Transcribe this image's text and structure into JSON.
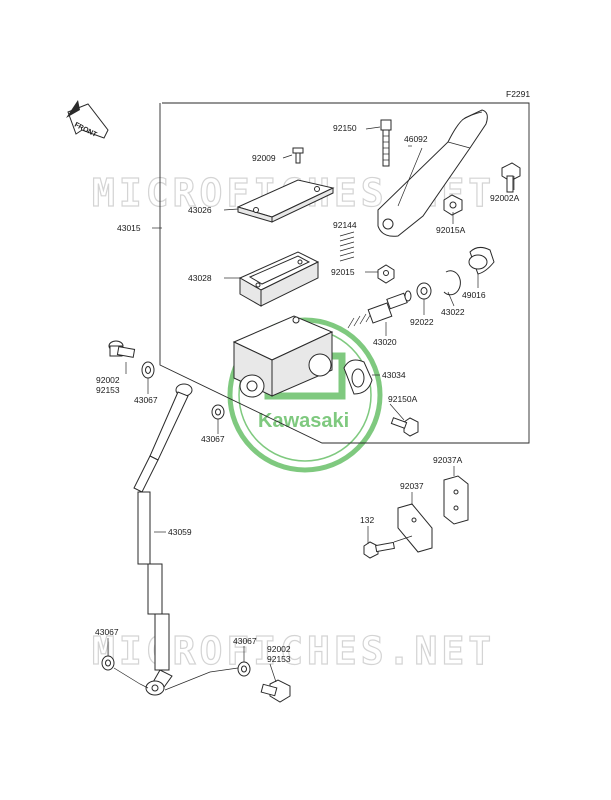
{
  "diagram_code": "F2291",
  "front_label": "FRONT",
  "watermark": "MICROFICHES.NET",
  "logo_text": "Kawasaki",
  "part_labels": {
    "p92150": "92150",
    "p46092": "46092",
    "p92009": "92009",
    "p92002A": "92002A",
    "p43026": "43026",
    "p92015A": "92015A",
    "p43015": "43015",
    "p92144": "92144",
    "p43028": "43028",
    "p92015": "92015",
    "p49016": "49016",
    "p92022": "92022",
    "p43022": "43022",
    "p43020": "43020",
    "p92002_top": "92002",
    "p92153_top": "92153",
    "p43034": "43034",
    "p43067_a": "43067",
    "p92150A": "92150A",
    "p43067_b": "43067",
    "p92037A": "92037A",
    "p92037": "92037",
    "p132": "132",
    "p43059": "43059",
    "p43067_c": "43067",
    "p43067_d": "43067",
    "p92002_bot": "92002",
    "p92153_bot": "92153"
  },
  "colors": {
    "logo_green": "#7fc97f",
    "line": "#2a2a2a",
    "watermark": "#d4d4d4"
  }
}
